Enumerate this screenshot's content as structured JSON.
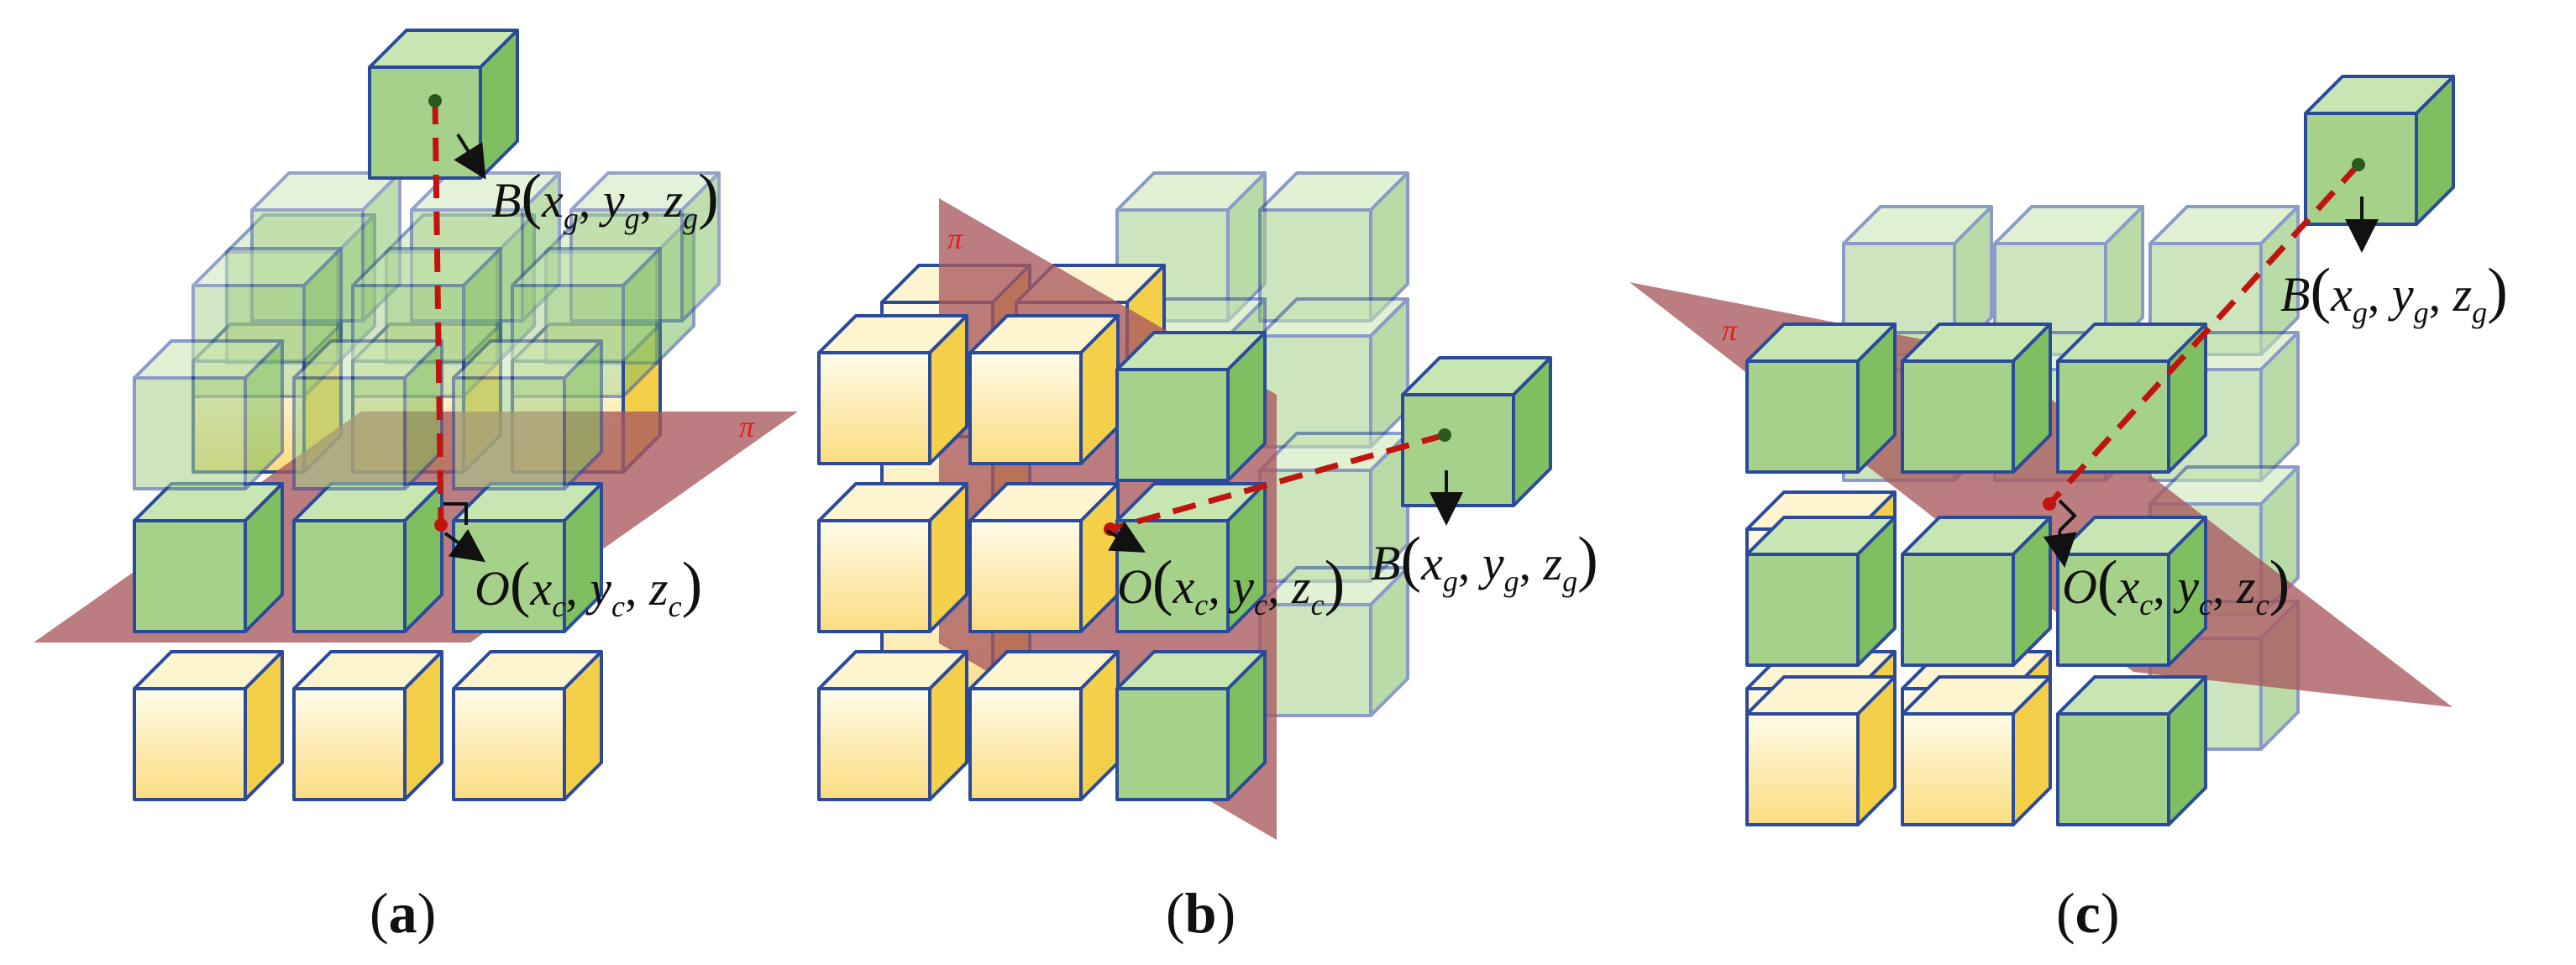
{
  "colors": {
    "green_front": "#a6d18a",
    "green_top": "#c8e6b2",
    "green_side": "#7fbf62",
    "yellow_front_top": "#fffce8",
    "yellow_front_bottom": "#fbe08a",
    "yellow_top": "#fdf5cf",
    "yellow_side": "#f4cf4a",
    "edge": "#2b4a9a",
    "plane": "#a9585c",
    "dash": "#c0140f",
    "pi": "#e0201a"
  },
  "panels": [
    {
      "id": "a",
      "caption": "(a)",
      "caption_letter": "a",
      "plane_label": "π",
      "point_O": {
        "name": "O",
        "args": [
          "x",
          "c",
          "y",
          "c",
          "z",
          "c"
        ]
      },
      "point_B": {
        "name": "B",
        "args": [
          "x",
          "g",
          "y",
          "g",
          "z",
          "g"
        ]
      }
    },
    {
      "id": "b",
      "caption": "(b)",
      "caption_letter": "b",
      "plane_label": "π",
      "point_O": {
        "name": "O",
        "args": [
          "x",
          "c",
          "y",
          "c",
          "z",
          "c"
        ]
      },
      "point_B": {
        "name": "B",
        "args": [
          "x",
          "g",
          "y",
          "g",
          "z",
          "g"
        ]
      }
    },
    {
      "id": "c",
      "caption": "(c)",
      "caption_letter": "c",
      "plane_label": "π",
      "point_O": {
        "name": "O",
        "args": [
          "x",
          "c",
          "y",
          "c",
          "z",
          "c"
        ]
      },
      "point_B": {
        "name": "B",
        "args": [
          "x",
          "g",
          "y",
          "g",
          "z",
          "g"
        ]
      }
    }
  ]
}
